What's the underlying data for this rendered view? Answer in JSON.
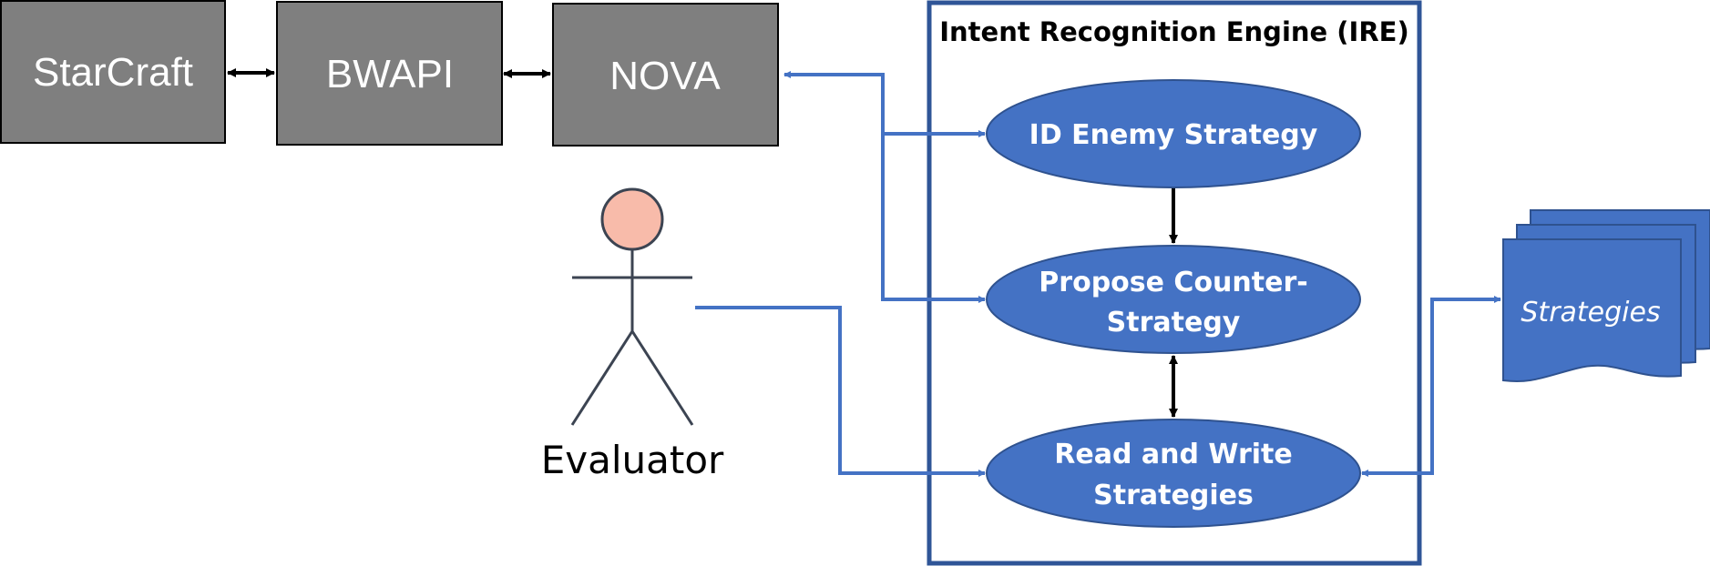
{
  "boxes": {
    "starcraft": "StarCraft",
    "bwapi": "BWAPI",
    "nova": "NOVA"
  },
  "engine": {
    "title": "Intent Recognition Engine (IRE)",
    "id_enemy": "ID Enemy Strategy",
    "propose_line1": "Propose Counter-",
    "propose_line2": "Strategy",
    "readwrite_line1": "Read and Write",
    "readwrite_line2": "Strategies"
  },
  "actor": {
    "label": "Evaluator"
  },
  "document": {
    "label": "Strategies"
  },
  "colors": {
    "box_fill": "#7f7f7f",
    "ellipse_fill": "#4472c4",
    "ellipse_stroke": "#2f528f",
    "connector": "#4472c4",
    "engine_border": "#2f5597",
    "actor_head": "#f8bbaa",
    "actor_stroke": "#3c4452"
  }
}
